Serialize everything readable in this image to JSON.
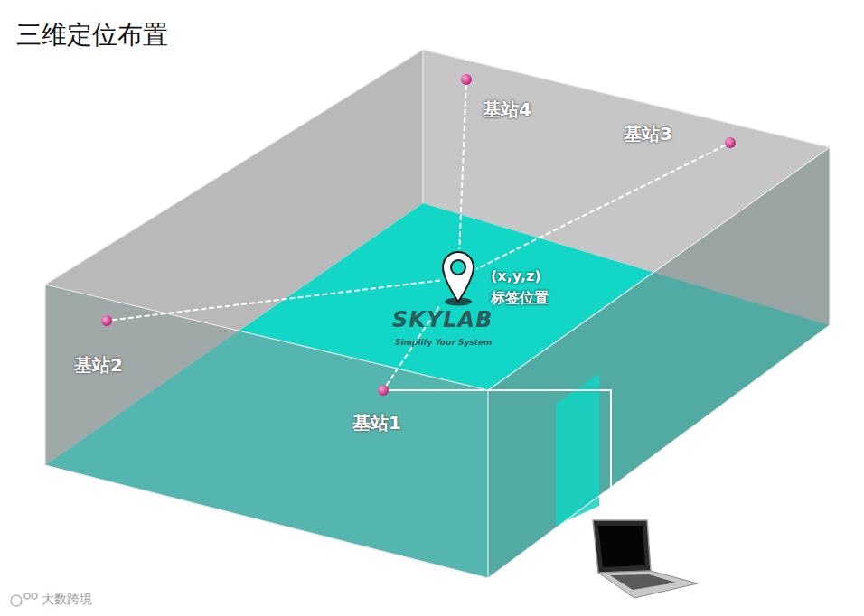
{
  "diagram": {
    "title": "三维定位布置",
    "nodes": [
      {
        "text": [
          "基站4"
        ]
      },
      {
        "text": [
          "基站3"
        ]
      },
      {
        "text": [
          "(x,y,z)",
          "标签位置"
        ]
      },
      {
        "text": [
          "基站2"
        ]
      },
      {
        "text": [
          "基站1"
        ]
      }
    ],
    "edges": [
      {
        "from": 0,
        "to": 2,
        "arrow": "none"
      },
      {
        "from": 1,
        "to": 2,
        "arrow": "none"
      },
      {
        "from": 3,
        "to": 2,
        "arrow": "none"
      },
      {
        "from": 4,
        "to": 2,
        "arrow": "none"
      }
    ],
    "labels": [
      "SKYLAB",
      "Simplify Your System",
      "大数跨境"
    ]
  }
}
